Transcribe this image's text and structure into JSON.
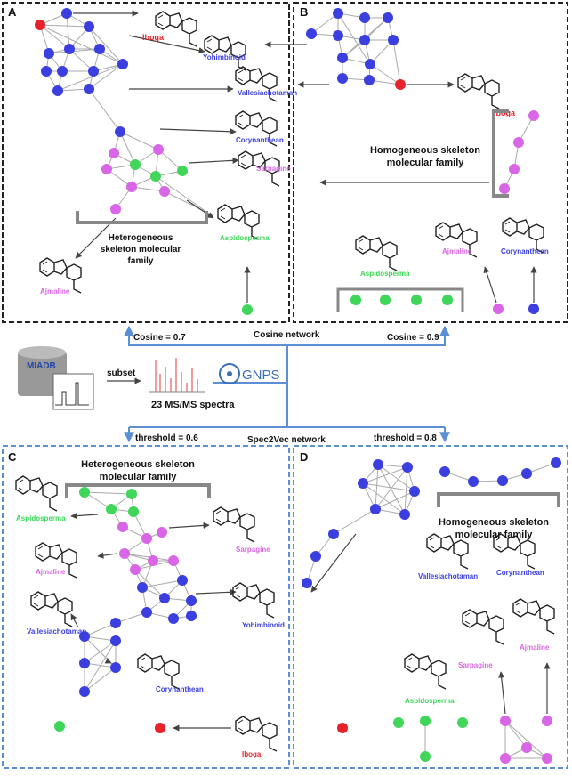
{
  "panels": {
    "A": {
      "letter": "A"
    },
    "B": {
      "letter": "B"
    },
    "C": {
      "letter": "C"
    },
    "D": {
      "letter": "D"
    }
  },
  "labels": {
    "a_iboga": "Iboga",
    "a_yohimbinoid": "Yohimbinoid",
    "a_vallesiachotaman": "Vallesiachotaman",
    "a_corynanthean": "Corynanthean",
    "a_sarpagine": "Sarpagine",
    "a_aspidosperma": "Aspidosperma",
    "a_ajmaline": "Ajmaline",
    "a_family_l1": "Heterogeneous",
    "a_family_l2": "skeleton molecular",
    "a_family_l3": "family",
    "b_iboga": "Iboga",
    "b_family_l1": "Homogeneous skeleton",
    "b_family_l2": "molecular family",
    "b_aspidosperma": "Aspidosperma",
    "b_ajmaline": "Ajmaline",
    "b_corynanthean": "Corynanthean",
    "c_family_l1": "Heterogeneous skeleton",
    "c_family_l2": "molecular family",
    "c_aspidosperma": "Aspidosperma",
    "c_ajmaline": "Ajmaline",
    "c_sarpagine": "Sarpagine",
    "c_vallesiachotaman": "Vallesiachotaman",
    "c_yohimbinoid": "Yohimbinoid",
    "c_corynanthean": "Corynanthean",
    "c_iboga": "Iboga",
    "d_family_l1": "Homogeneous skeleton",
    "d_family_l2": "molecular family",
    "d_vallesiachotaman": "Vallesiachotaman",
    "d_corynanthean": "Corynanthean",
    "d_sarpagine": "Sarpagine",
    "d_ajmaline": "Ajmaline",
    "d_aspidosperma": "Aspidosperma"
  },
  "center": {
    "cosine_left": "Cosine = 0.7",
    "cosine_network": "Cosine network",
    "cosine_right": "Cosine = 0.9",
    "miadb": "MIADB",
    "subset": "subset",
    "spectra": "23 MS/MS spectra",
    "gnps": "GNPS",
    "threshold_left": "threshold = 0.6",
    "spec2vec_network": "Spec2Vec network",
    "threshold_right": "threshold = 0.8"
  },
  "colors": {
    "blue": "#3b3fe0",
    "pink": "#d966e6",
    "green": "#3fd65a",
    "red": "#e8222a",
    "panel_border_top": "#222222",
    "panel_border_bottom": "#5b8fd6",
    "arrow_blue": "#5b8fd6"
  }
}
